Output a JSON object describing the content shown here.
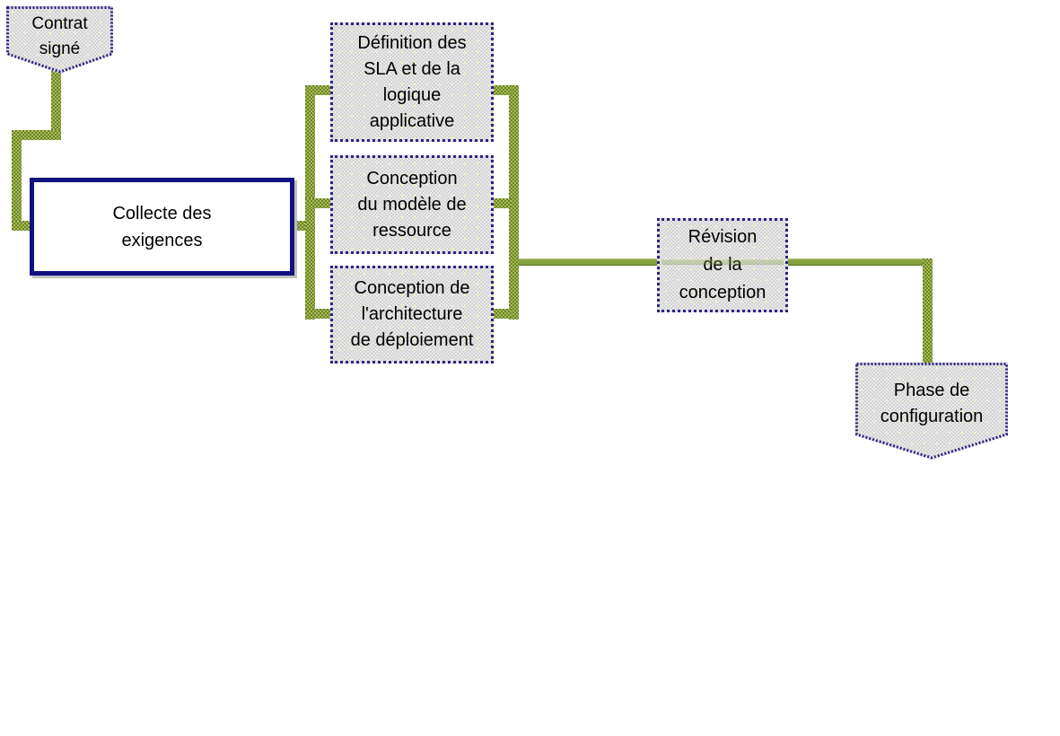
{
  "diagram": {
    "type": "flowchart",
    "background": "#ffffff",
    "colors": {
      "connector_green_light": "#a6c050",
      "connector_green_dark": "#6d8030",
      "dotted_shape_border": "#2b2484",
      "solid_box_border": "#12127e",
      "shape_fill_gray_light": "#eaeaea",
      "shape_fill_gray_dark": "#d2d2d2",
      "shape_fill_speck_yellow": "#f6f2c4",
      "text": "#000000"
    },
    "nodes": {
      "contrat": {
        "id": "contrat-signe",
        "shape": "pentagon-down",
        "label": "Contrat\nsigné"
      },
      "collecte": {
        "id": "collecte-exigences",
        "shape": "rectangle-solid",
        "label": "Collecte des\nexigences"
      },
      "sla": {
        "id": "definition-sla",
        "shape": "rectangle-dotted",
        "label": "Définition des\nSLA et de la\nlogique\napplicative"
      },
      "modele": {
        "id": "conception-modele",
        "shape": "rectangle-dotted",
        "label": "Conception\ndu modèle de\nressource"
      },
      "architecture": {
        "id": "conception-architecture",
        "shape": "rectangle-dotted",
        "label": "Conception de\nl'architecture\nde déploiement"
      },
      "revision": {
        "id": "revision-conception",
        "shape": "rectangle-dotted",
        "label": "Révision\nde la\nconception"
      },
      "phase": {
        "id": "phase-configuration",
        "shape": "pentagon-down",
        "label": "Phase de\nconfiguration"
      }
    },
    "edges": [
      {
        "from": "contrat-signe",
        "to": "collecte-exigences"
      },
      {
        "from": "collecte-exigences",
        "to": "definition-sla"
      },
      {
        "from": "collecte-exigences",
        "to": "conception-modele"
      },
      {
        "from": "collecte-exigences",
        "to": "conception-architecture"
      },
      {
        "from": "definition-sla",
        "to": "revision-conception"
      },
      {
        "from": "conception-modele",
        "to": "revision-conception"
      },
      {
        "from": "conception-architecture",
        "to": "revision-conception"
      },
      {
        "from": "revision-conception",
        "to": "phase-configuration"
      }
    ]
  }
}
